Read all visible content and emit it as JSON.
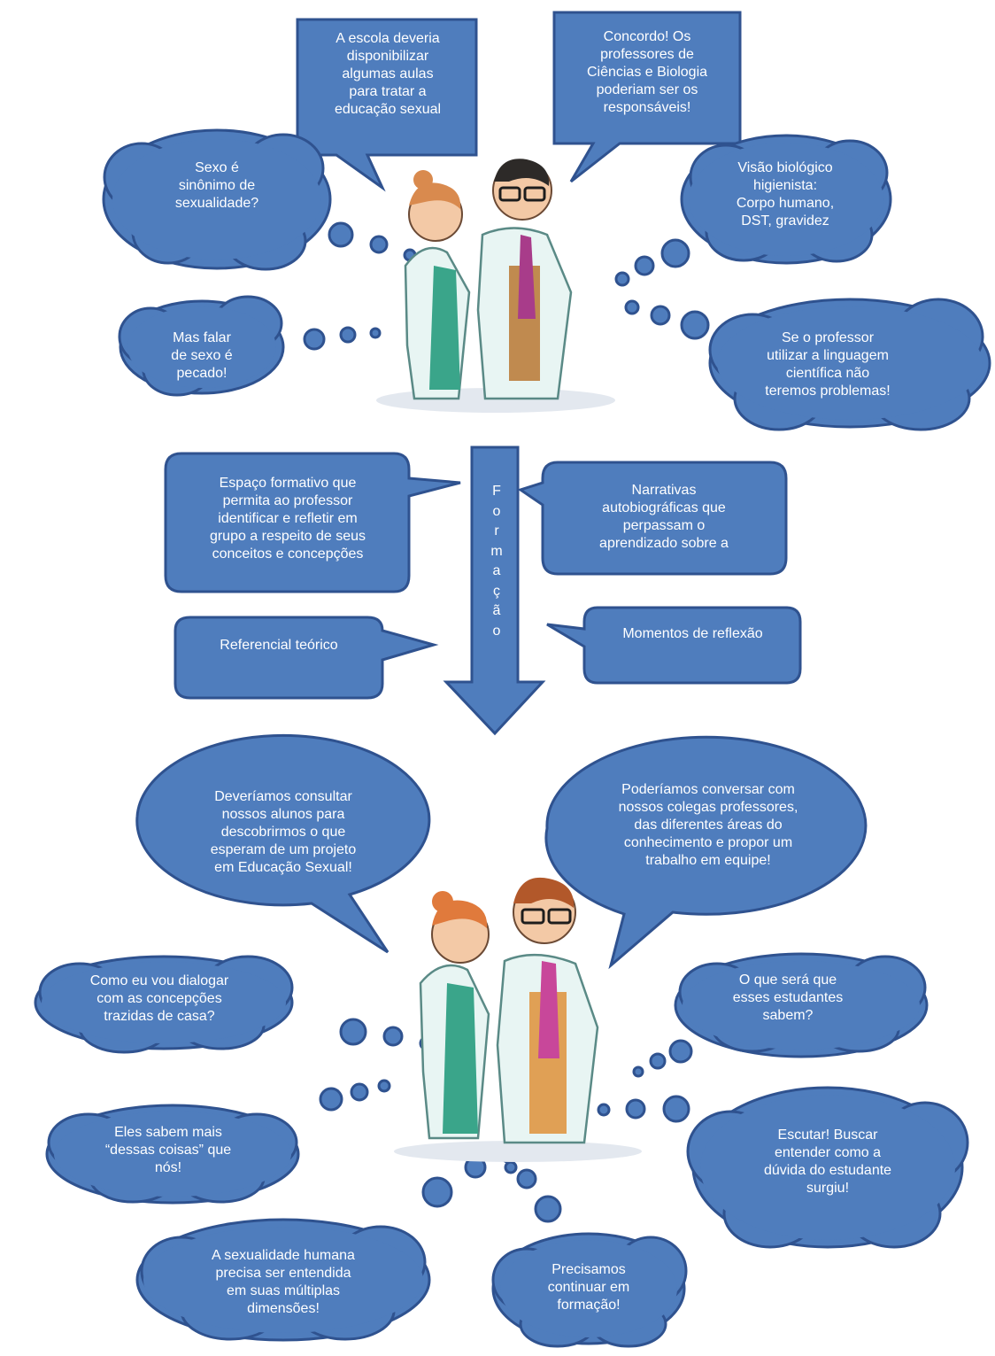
{
  "colors": {
    "shape_fill": "#4F7DBD",
    "shape_stroke": "#2F528F",
    "text": "#FFFFFF"
  },
  "top_section": {
    "speech_left": "A escola deveria\ndisponibilizar\nalgumas aulas\npara tratar a\neducação sexual",
    "speech_right": "Concordo! Os\nprofessores de\nCiências e Biologia\npoderiam ser os\nresponsáveis!",
    "thought_left_1": "Sexo é\nsinônimo de\nsexualidade?",
    "thought_left_2": "Mas falar\nde sexo é\npecado!",
    "thought_right_1": "Visão biológico\nhigienista:\nCorpo humano,\nDST, gravidez",
    "thought_right_2": "Se o professor\nutilizar a linguagem\ncientífica não\nteremos problemas!"
  },
  "middle_section": {
    "arrow_letters": [
      "F",
      "o",
      "r",
      "m",
      "a",
      "ç",
      "ã",
      "o"
    ],
    "callout_left_1": "Espaço formativo que\npermita ao professor\nidentificar e refletir em\ngrupo a respeito de seus\nconceitos e concepções",
    "callout_right_1": "Narrativas\nautobiográficas que\nperpassam o\naprendizado sobre a",
    "callout_left_2": "Referencial teórico",
    "callout_right_2": "Momentos de reflexão"
  },
  "bottom_section": {
    "speech_left": "Deveríamos consultar\nnossos alunos para\ndescobrirmos o que\nesperam de um projeto\nem Educação Sexual!",
    "speech_right": "Poderíamos conversar com\nnossos colegas professores,\ndas diferentes áreas do\nconhecimento e propor um\ntrabalho em equipe!",
    "thought_left_1": "Como eu vou dialogar\ncom as concepções\ntrazidas de casa?",
    "thought_left_2": "Eles sabem mais\n“dessas coisas” que\nnós!",
    "thought_left_3": "A sexualidade humana\nprecisa ser entendida\nem suas múltiplas\ndimensões!",
    "thought_right_1": "O que será que\nesses estudantes\nsabem?",
    "thought_right_2": "Escutar! Buscar\nentender como a\ndúvida do estudante\nsurgiu!",
    "thought_right_3": "Precisamos\ncontinuar em\nformação!"
  }
}
